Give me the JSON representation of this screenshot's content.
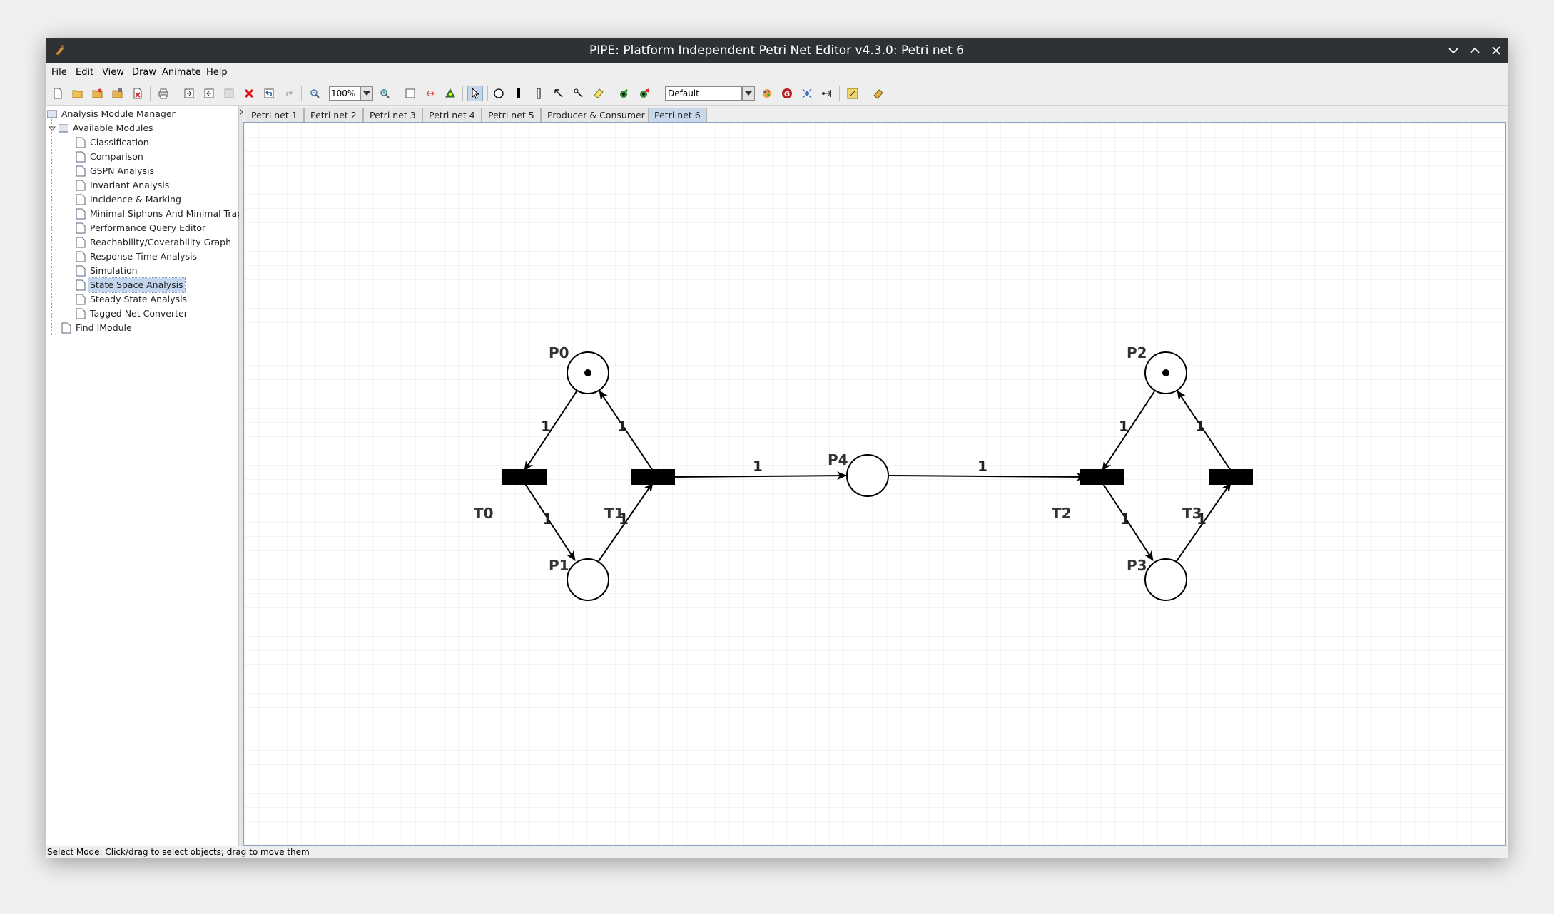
{
  "window": {
    "title": "PIPE: Platform Independent Petri Net Editor v4.3.0: Petri net 6"
  },
  "menu": {
    "items": [
      {
        "pre": "",
        "u": "F",
        "post": "ile"
      },
      {
        "pre": "",
        "u": "E",
        "post": "dit"
      },
      {
        "pre": "",
        "u": "V",
        "post": "iew"
      },
      {
        "pre": "",
        "u": "D",
        "post": "raw"
      },
      {
        "pre": "",
        "u": "A",
        "post": "nimate"
      },
      {
        "pre": "",
        "u": "H",
        "post": "elp"
      }
    ]
  },
  "toolbar": {
    "zoom_value": "100%",
    "token_class": "Default"
  },
  "sidebar": {
    "root": "Analysis Module Manager",
    "group": "Available Modules",
    "modules": [
      "Classification",
      "Comparison",
      "GSPN Analysis",
      "Invariant Analysis",
      "Incidence & Marking",
      "Minimal Siphons And Minimal Traps",
      "Performance Query Editor",
      "Reachability/Coverability Graph",
      "Response Time Analysis",
      "Simulation",
      "State Space Analysis",
      "Steady State Analysis",
      "Tagged Net Converter"
    ],
    "selected": "State Space Analysis",
    "find": "Find IModule"
  },
  "tabs": [
    "Petri net 1",
    "Petri net 2",
    "Petri net 3",
    "Petri net 4",
    "Petri net 5",
    "Producer & Consumer",
    "Petri net 6"
  ],
  "active_tab": "Petri net 6",
  "net": {
    "places": [
      {
        "id": "P0",
        "tokens": 1
      },
      {
        "id": "P1",
        "tokens": 0
      },
      {
        "id": "P2",
        "tokens": 1
      },
      {
        "id": "P3",
        "tokens": 0
      },
      {
        "id": "P4",
        "tokens": 0
      }
    ],
    "transitions": [
      "T0",
      "T1",
      "T2",
      "T3"
    ],
    "arcs": [
      {
        "from": "P0",
        "to": "T0",
        "weight": "1"
      },
      {
        "from": "T0",
        "to": "P1",
        "weight": "1"
      },
      {
        "from": "P1",
        "to": "T1",
        "weight": "1"
      },
      {
        "from": "T1",
        "to": "P0",
        "weight": "1"
      },
      {
        "from": "T1",
        "to": "P4",
        "weight": "1"
      },
      {
        "from": "P4",
        "to": "T2",
        "weight": "1"
      },
      {
        "from": "P2",
        "to": "T2",
        "weight": "1"
      },
      {
        "from": "T2",
        "to": "P3",
        "weight": "1"
      },
      {
        "from": "P3",
        "to": "T3",
        "weight": "1"
      },
      {
        "from": "T3",
        "to": "P2",
        "weight": "1"
      }
    ]
  },
  "status": "Select Mode: Click/drag to select objects; drag to move them",
  "icons": {
    "app": "pipe-icon",
    "minimize": "chevron-down-icon",
    "maximize": "chevron-up-icon",
    "close": "close-icon"
  }
}
